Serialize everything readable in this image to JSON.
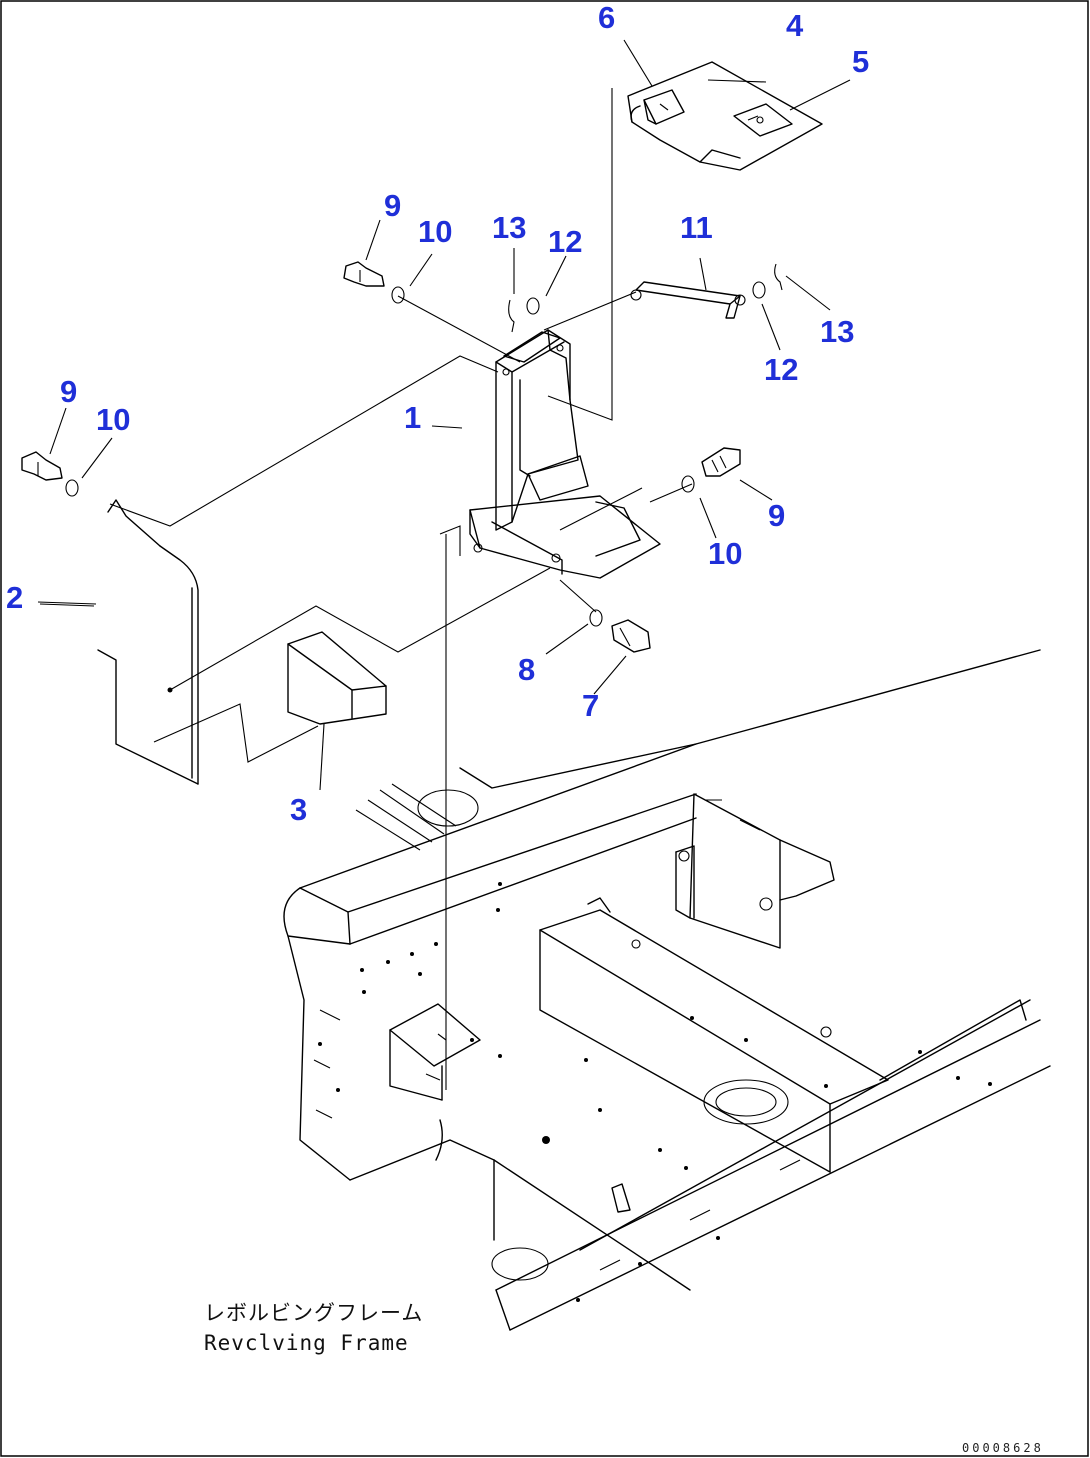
{
  "diagram": {
    "callouts": [
      "1",
      "2",
      "3",
      "4",
      "5",
      "6",
      "7",
      "8",
      "9",
      "10",
      "11",
      "12",
      "13",
      "9",
      "10",
      "13",
      "12",
      "9",
      "10"
    ],
    "caption_japanese": "レボルビングフレーム",
    "caption_english": "Revclving Frame",
    "document_number": "00008628",
    "colors": {
      "callout": "#1f2fd8",
      "linework": "#000000",
      "background": "#ffffff"
    }
  }
}
